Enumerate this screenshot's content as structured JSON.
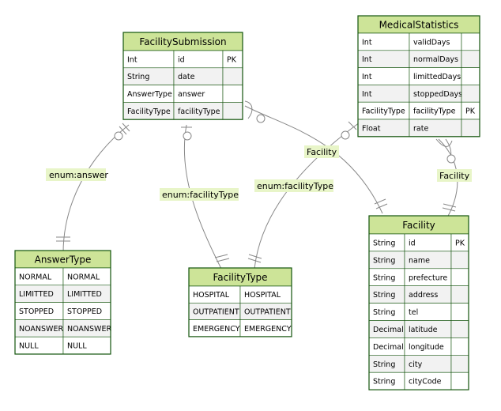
{
  "entities": {
    "FacilitySubmission": {
      "title": "FacilitySubmission",
      "rows": [
        [
          "Int",
          "id",
          "PK"
        ],
        [
          "String",
          "date",
          ""
        ],
        [
          "AnswerType",
          "answer",
          ""
        ],
        [
          "FacilityType",
          "facilityType",
          ""
        ]
      ]
    },
    "MedicalStatistics": {
      "title": "MedicalStatistics",
      "rows": [
        [
          "Int",
          "validDays",
          ""
        ],
        [
          "Int",
          "normalDays",
          ""
        ],
        [
          "Int",
          "limittedDays",
          ""
        ],
        [
          "Int",
          "stoppedDays",
          ""
        ],
        [
          "FacilityType",
          "facilityType",
          "PK"
        ],
        [
          "Float",
          "rate",
          ""
        ]
      ]
    },
    "Facility": {
      "title": "Facility",
      "rows": [
        [
          "String",
          "id",
          "PK"
        ],
        [
          "String",
          "name",
          ""
        ],
        [
          "String",
          "prefecture",
          ""
        ],
        [
          "String",
          "address",
          ""
        ],
        [
          "String",
          "tel",
          ""
        ],
        [
          "Decimal",
          "latitude",
          ""
        ],
        [
          "Decimal",
          "longitude",
          ""
        ],
        [
          "String",
          "city",
          ""
        ],
        [
          "String",
          "cityCode",
          ""
        ]
      ]
    },
    "AnswerType": {
      "title": "AnswerType",
      "rows": [
        [
          "NORMAL",
          "NORMAL"
        ],
        [
          "LIMITTED",
          "LIMITTED"
        ],
        [
          "STOPPED",
          "STOPPED"
        ],
        [
          "NOANSWER",
          "NOANSWER"
        ],
        [
          "NULL",
          "NULL"
        ]
      ]
    },
    "FacilityType": {
      "title": "FacilityType",
      "rows": [
        [
          "HOSPITAL",
          "HOSPITAL"
        ],
        [
          "OUTPATIENT",
          "OUTPATIENT"
        ],
        [
          "EMERGENCY",
          "EMERGENCY"
        ]
      ]
    }
  },
  "relationships": [
    {
      "id": "sub-answer",
      "label": "enum:answer"
    },
    {
      "id": "sub-ftype",
      "label": "enum:facilityType"
    },
    {
      "id": "sub-facility",
      "label": "Facility"
    },
    {
      "id": "stats-ftype",
      "label": "enum:facilityType"
    },
    {
      "id": "stats-facility",
      "label": "Facility"
    }
  ],
  "colors": {
    "header_fill": "#cde498",
    "border": "#13540c",
    "row_alt": "#f2f2f2",
    "edge": "#888888",
    "label_bg": "#e8f5c8"
  }
}
